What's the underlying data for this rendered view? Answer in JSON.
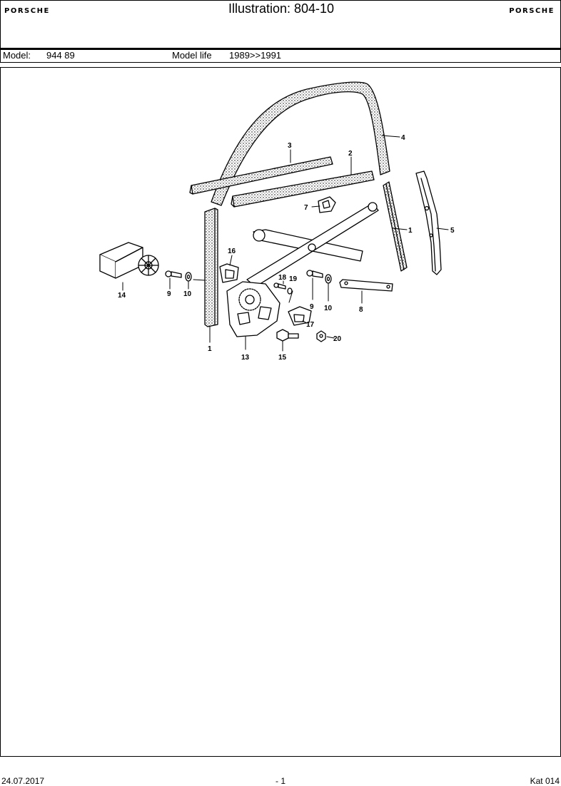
{
  "header": {
    "brand_left": "PORSCHE",
    "brand_right": "PORSCHE",
    "title": "Illustration: 804-10"
  },
  "model_bar": {
    "model_label": "Model:",
    "model_value": "944 89",
    "life_label": "Model life",
    "life_value": "1989>>1991"
  },
  "callouts": {
    "c4": "4",
    "c3": "3",
    "c2": "2",
    "c7": "7",
    "c1a": "1",
    "c5": "5",
    "c16": "16",
    "c14": "14",
    "c9a": "9",
    "c10a": "10",
    "c18": "18",
    "c19": "19",
    "c9b": "9",
    "c10b": "10",
    "c8": "8",
    "c17": "17",
    "c20": "20",
    "c1b": "1",
    "c13": "13",
    "c15": "15"
  },
  "footer": {
    "date": "24.07.2017",
    "page": "- 1",
    "catalog": "Kat 014"
  }
}
